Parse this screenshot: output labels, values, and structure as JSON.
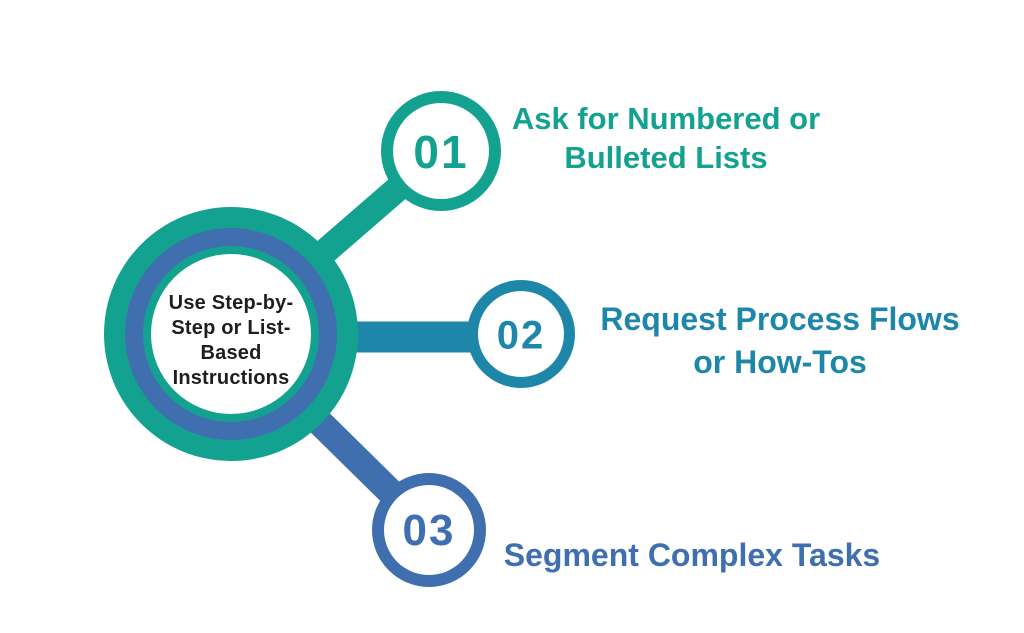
{
  "diagram": {
    "background": "#ffffff",
    "colors": {
      "teal": "#14a290",
      "cerulean": "#1e87a9",
      "blue": "#3f6fae",
      "center_text": "#1e1e1e",
      "node_fill": "#ffffff"
    },
    "center_topic": {
      "lines": [
        "Use Step-by-",
        "Step or List-",
        "Based",
        "Instructions"
      ]
    },
    "nodes": [
      {
        "number": "01",
        "color": "#14a290",
        "label_lines": [
          "Ask for Numbered or",
          "Bulleted Lists"
        ]
      },
      {
        "number": "02",
        "color": "#1e87a9",
        "label_lines": [
          "Request Process Flows",
          "or How-Tos"
        ]
      },
      {
        "number": "03",
        "color": "#3f6fae",
        "label_lines": [
          "Segment Complex Tasks"
        ]
      }
    ]
  }
}
